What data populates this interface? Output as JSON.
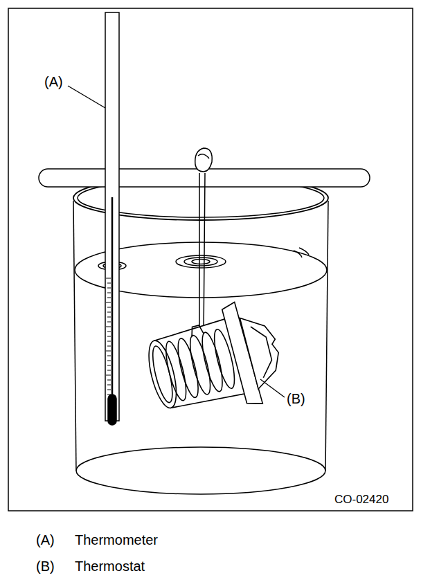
{
  "diagram": {
    "labels": [
      "(A)",
      "(B)",
      "CO-02420",
      "(A)",
      "Thermometer",
      "(B)",
      "Thermostat"
    ]
  }
}
